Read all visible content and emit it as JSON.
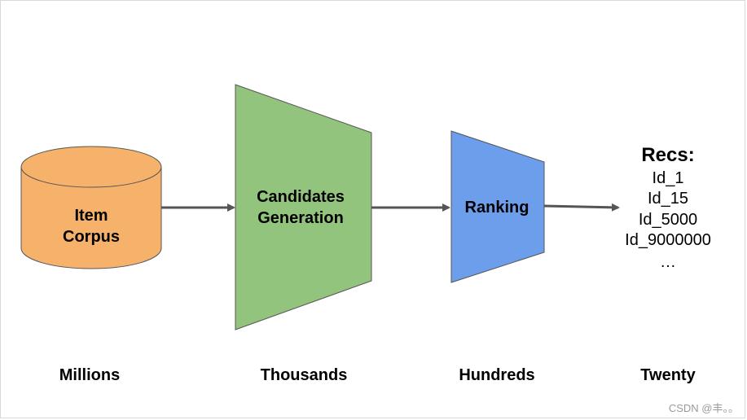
{
  "corpus": {
    "line1": "Item",
    "line2": "Corpus",
    "color": "#f6b26b"
  },
  "candidates": {
    "line1": "Candidates",
    "line2": "Generation",
    "color": "#93c47d"
  },
  "ranking": {
    "label": "Ranking",
    "color": "#6d9eeb"
  },
  "recs": {
    "title": "Recs:",
    "items": [
      "Id_1",
      "Id_15",
      "Id_5000",
      "Id_9000000",
      "…"
    ]
  },
  "stages": [
    "Millions",
    "Thousands",
    "Hundreds",
    "Twenty"
  ],
  "arrow_color": "#555555",
  "watermark": "CSDN @丰。。"
}
